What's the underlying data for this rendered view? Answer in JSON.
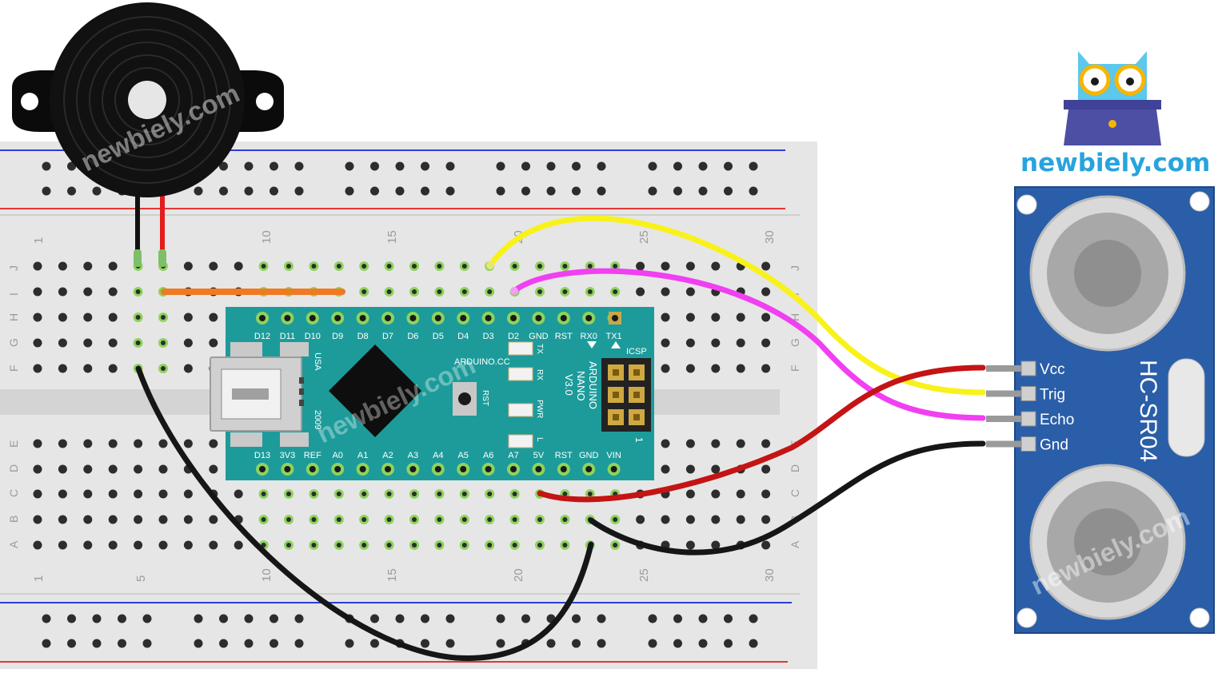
{
  "brand": {
    "site": "newbiely.com",
    "watermarks": [
      "newbiely.com",
      "newbiely.com",
      "newbiely.com"
    ],
    "colors": {
      "text": "#27a4dd",
      "owl_face": "#5bc8ec",
      "owl_glasses": "#f7b500",
      "laptop": "#4c4fa3"
    }
  },
  "breadboard": {
    "column_numbers_top": [
      "1",
      "10",
      "15",
      "20",
      "25",
      "30"
    ],
    "column_numbers_bottom": [
      "1",
      "5",
      "10",
      "15",
      "20",
      "25",
      "30"
    ],
    "row_letters_top": [
      "J",
      "I",
      "H",
      "G",
      "F"
    ],
    "row_letters_bottom": [
      "E",
      "D",
      "C",
      "B",
      "A"
    ],
    "colors": {
      "body": "#e6e6e6",
      "rail_blue": "#2b3ed8",
      "rail_red": "#e33737",
      "hole": "#2d2d2d",
      "active": "#8ed35c"
    }
  },
  "arduino": {
    "top_pins": [
      "D12",
      "D11",
      "D10",
      "D9",
      "D8",
      "D7",
      "D6",
      "D5",
      "D4",
      "D3",
      "D2",
      "GND",
      "RST",
      "RX0",
      "TX1"
    ],
    "bottom_pins": [
      "D13",
      "3V3",
      "REF",
      "A0",
      "A1",
      "A2",
      "A3",
      "A4",
      "A5",
      "A6",
      "A7",
      "5V",
      "RST",
      "GND",
      "VIN"
    ],
    "brand_text": "ARDUINO.CC",
    "model_lines": [
      "ARDUINO",
      "NANO",
      "V3.0"
    ],
    "usb_text": "USA",
    "year_text": "2009",
    "rst_label": "RST",
    "icsp_label": "ICSP",
    "icsp_number": "1",
    "led_labels": [
      "TX",
      "RX",
      "PWR",
      "L"
    ],
    "colors": {
      "board": "#1d9b9a",
      "text": "#ffffff",
      "chip": "#111111"
    }
  },
  "sensor": {
    "model": "HC-SR04",
    "pins": [
      "Vcc",
      "Trig",
      "Echo",
      "Gnd"
    ],
    "colors": {
      "board": "#2a5ea8",
      "text": "#ffffff"
    }
  },
  "wires": [
    {
      "name": "buzzer-to-d9",
      "color": "#f07a22"
    },
    {
      "name": "d3-to-trig",
      "color": "#f8f21a"
    },
    {
      "name": "d2-to-echo",
      "color": "#f13ff2"
    },
    {
      "name": "5v-to-vcc",
      "color": "#c41414"
    },
    {
      "name": "gnd-to-gnd",
      "color": "#161616"
    },
    {
      "name": "buzzer-gnd-to-gnd",
      "color": "#161616"
    }
  ]
}
